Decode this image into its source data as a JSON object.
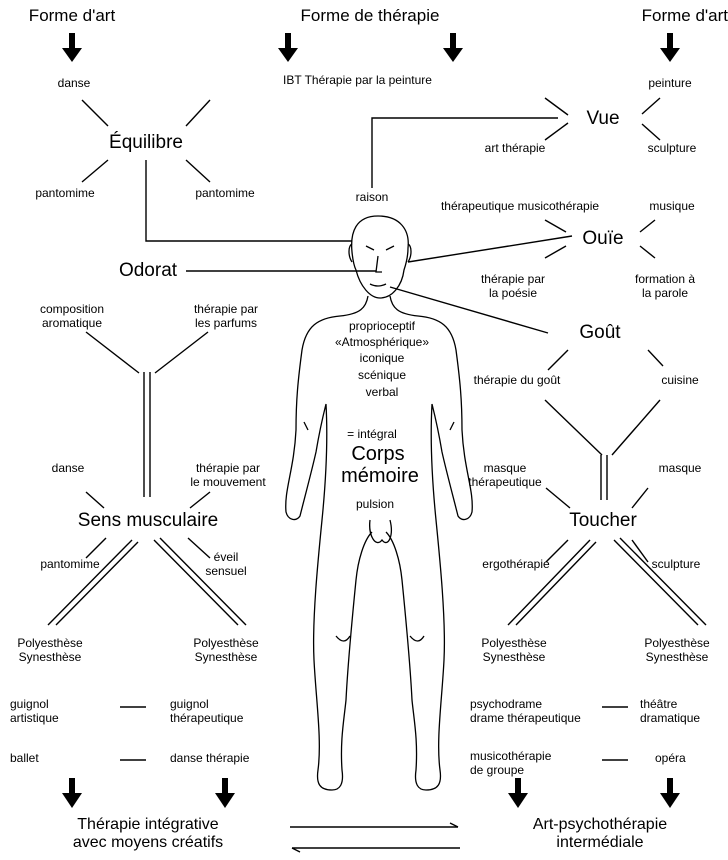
{
  "headers": {
    "left": "Forme d'art",
    "center": "Forme de thérapie",
    "right": "Forme d'art"
  },
  "senses": {
    "equilibre": "Équilibre",
    "odorat": "Odorat",
    "sens_musculaire": "Sens musculaire",
    "vue": "Vue",
    "ouie": "Ouïe",
    "gout": "Goût",
    "toucher": "Toucher"
  },
  "equilibre": {
    "top": "danse",
    "bottom_left": "pantomime",
    "bottom_right": "pantomime"
  },
  "odorat": {
    "left": "composition\naromatique",
    "right": "thérapie par\nles parfums"
  },
  "sens_musculaire": {
    "top_left": "danse",
    "top_right": "thérapie par\nle mouvement",
    "bottom_left": "pantomime",
    "bottom_right": "éveil\nsensuel",
    "poly_left": "Polyesthèse\nSynesthèse",
    "poly_right": "Polyesthèse\nSynesthèse"
  },
  "vue": {
    "top_left": "IBT Thérapie par la peinture",
    "top_right": "peinture",
    "bottom_left": "art thérapie",
    "bottom_right": "sculpture",
    "raison": "raison"
  },
  "ouie": {
    "top_left": "thérapeutique musicothérapie",
    "top_right": "musique",
    "bottom_left": "thérapie par\nla poésie",
    "bottom_right": "formation à\nla parole"
  },
  "gout": {
    "left": "thérapie du goût",
    "right": "cuisine"
  },
  "toucher": {
    "top_left": "masque\nthérapeutique",
    "top_right": "masque",
    "bottom_left": "ergothérapie",
    "bottom_right": "sculpture",
    "poly_left": "Polyesthèse\nSynesthèse",
    "poly_right": "Polyesthèse\nSynesthèse"
  },
  "body_text": {
    "line1": "proprioceptif",
    "line2": "«Atmosphérique»",
    "line3": "iconique",
    "line4": "scénique",
    "line5": "verbal",
    "line6": "= intégral",
    "corps": "Corps",
    "memoire": "mémoire",
    "pulsion": "pulsion"
  },
  "pairs_left": {
    "guignol_a": "guignol\nartistique",
    "guignol_b": "guignol\nthérapeutique",
    "ballet": "ballet",
    "danse_therapie": "danse thérapie"
  },
  "pairs_right": {
    "psychodrame": "psychodrame\ndrame thérapeutique",
    "theatre": "théâtre\ndramatique",
    "musicotherapie": "musicothérapie\nde groupe",
    "opera": "opéra"
  },
  "bottom": {
    "left": "Thérapie intégrative\navec moyens créatifs",
    "right": "Art-psychothérapie\nintermédiale"
  }
}
